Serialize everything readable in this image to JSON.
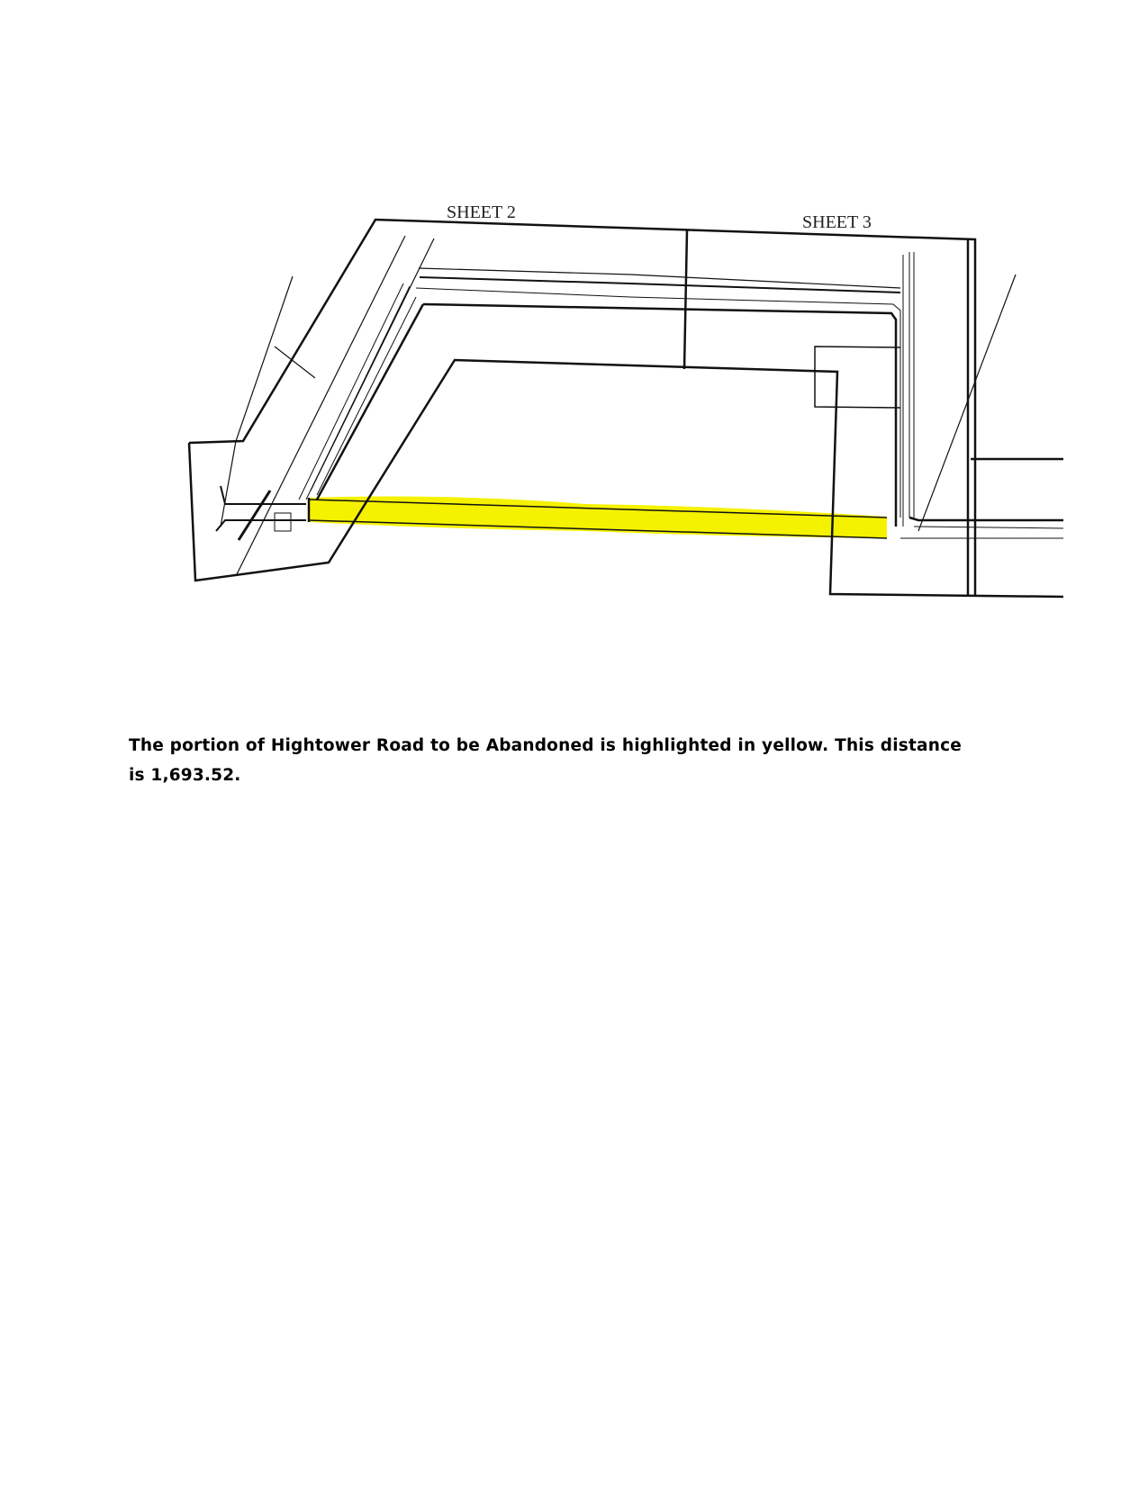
{
  "map": {
    "sheet_labels": [
      "SHEET 2",
      "SHEET 3"
    ],
    "highlight_color": "#f5f200"
  },
  "caption": {
    "text": "The portion of Hightower Road to be Abandoned is highlighted in yellow.  This distance is 1,693.52."
  }
}
